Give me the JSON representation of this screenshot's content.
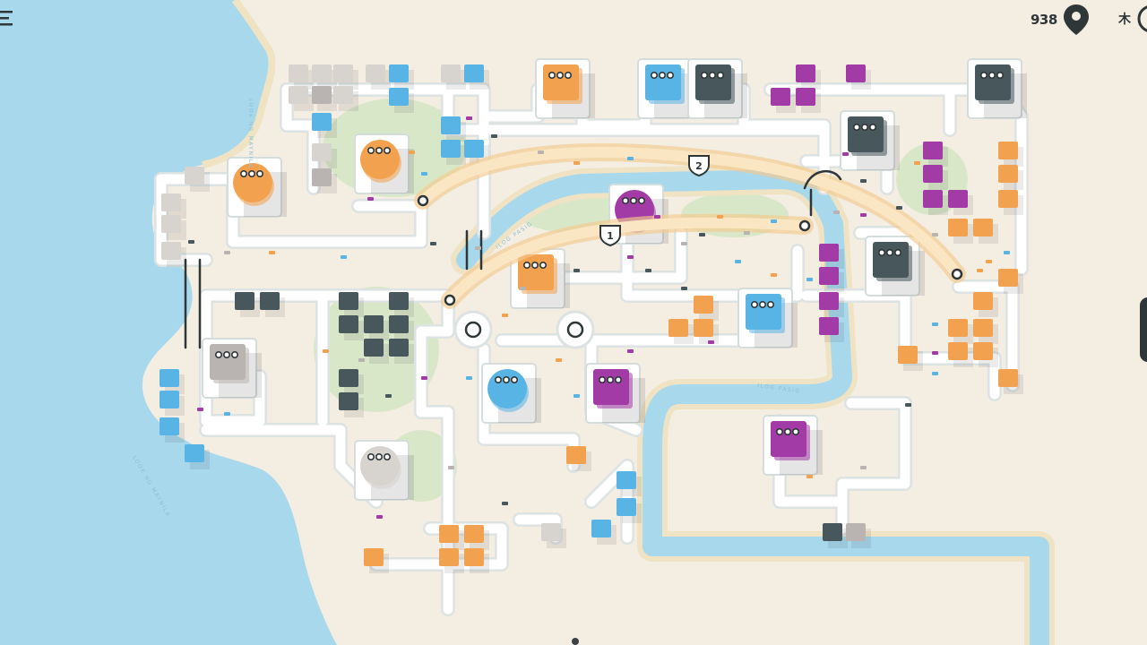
{
  "hud": {
    "score": "938",
    "score_icon": "map-pin-icon",
    "clock_label": "木",
    "clock_icon": "clock-icon",
    "menu_icon": "menu-icon"
  },
  "map": {
    "motorway_labels": [
      "1",
      "2"
    ],
    "river_labels": [
      "ILOG PASIG",
      "ILOG PASIG"
    ],
    "coast_labels": [
      "LOOK NG MAYNILA",
      "LOOK NG MAYNILA"
    ]
  },
  "colors": {
    "water": "#a8d8ec",
    "land": "#f3ede2",
    "park": "#d9e7c9",
    "sand": "#efe3c3",
    "road": "#ffffff",
    "road_edge": "#dde2e2",
    "motorway": "#fbe6c4",
    "motorway_edge": "#f3c98c",
    "orange": "#f2a24e",
    "blue": "#59b4e6",
    "purple": "#a23ba6",
    "darkslate": "#47575c",
    "grey": "#b9b4b1",
    "lightgrey": "#d7d3cf"
  }
}
